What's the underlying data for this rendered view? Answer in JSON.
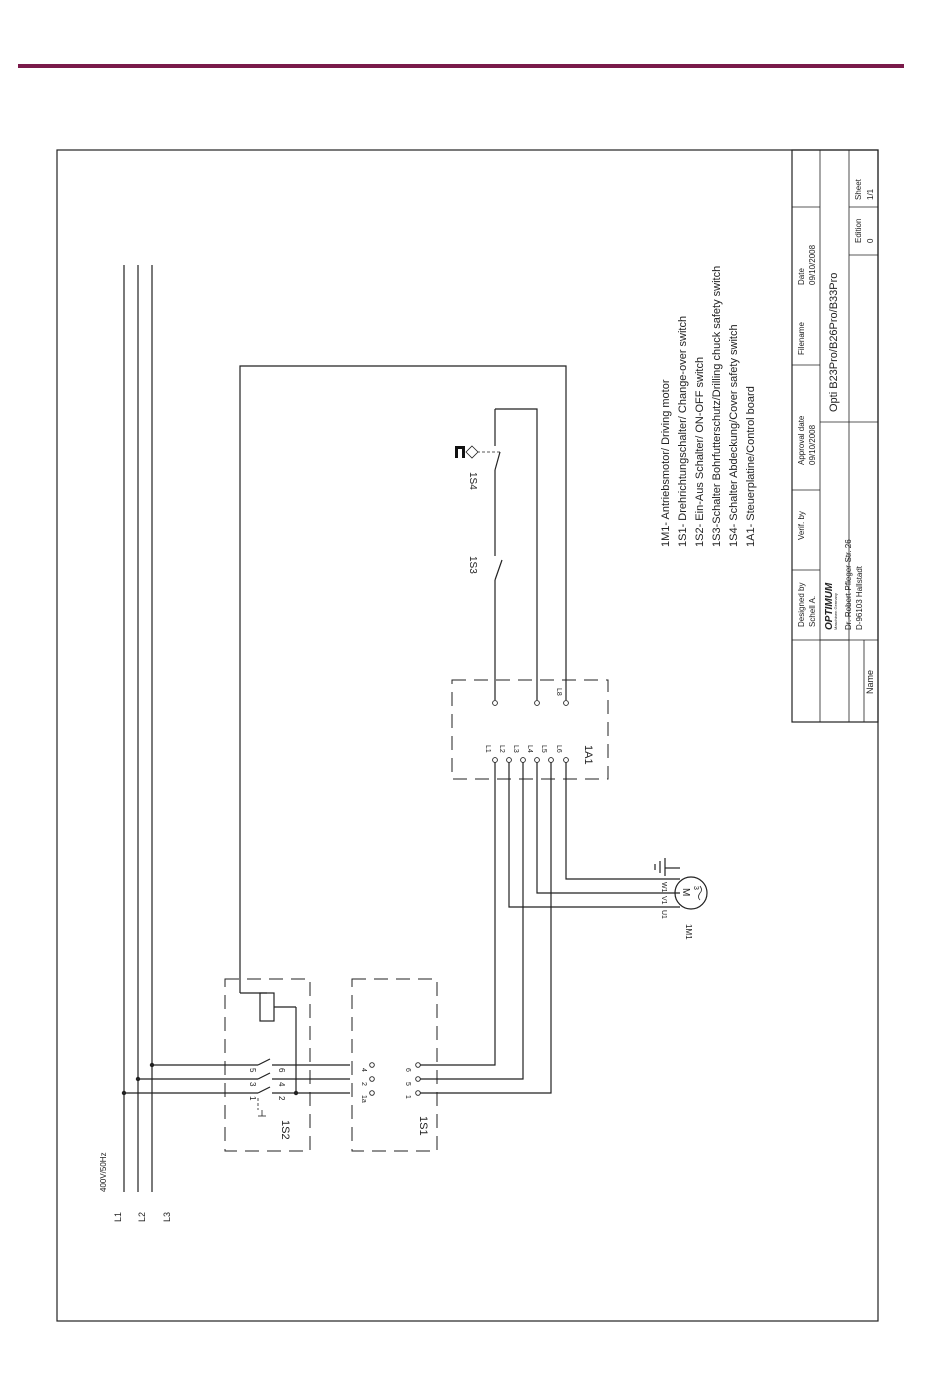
{
  "header": {
    "accent_color": "#7a1a4a"
  },
  "supply": {
    "voltage": "400V/50Hz",
    "lines": [
      "L1",
      "L2",
      "L3"
    ]
  },
  "components": {
    "switch_on_off": {
      "label": "1S2",
      "terminals": [
        "1",
        "2",
        "3",
        "4",
        "5",
        "6"
      ]
    },
    "switch_changeover": {
      "label": "1S1",
      "terminals": [
        "1",
        "2",
        "4",
        "5",
        "6",
        "1a"
      ]
    },
    "control_board": {
      "label": "1A1",
      "inputs": [
        "L1",
        "L2",
        "L3",
        "L4",
        "L5",
        "L6"
      ],
      "output": "L8"
    },
    "motor": {
      "label": "1M1",
      "symbol_m": "M",
      "symbol_3": "3",
      "terminals": [
        "U1",
        "V1",
        "W1"
      ]
    },
    "chuck_switch": {
      "label": "1S3"
    },
    "cover_switch": {
      "label": "1S4"
    }
  },
  "legend": [
    "1M1- Antriebsmotor/ Driving motor",
    "1S1- Drehrichtungschalter/ Change-over switch",
    "1S2- Ein-Aus Schalter/ ON-OFF switch",
    "1S3-Schalter Bohrfutterschutz/Drilling chuck safety switch",
    "1S4- Schalter Abdeckung/Cover safety switch",
    "1A1- Steuerplatine/Control board"
  ],
  "title_block": {
    "designed_by_label": "Designed by",
    "designed_by": "Schell A.",
    "verif_label": "Verif. by",
    "approval_label": "Approval date",
    "approval_date": "09/10/2008",
    "filename_label": "Filename",
    "date_label": "Date",
    "date": "09/10/2008",
    "title": "Opti B23Pro/B26Pro/B33Pro",
    "edition_label": "Edition",
    "edition": "0",
    "sheet_label": "Sheet",
    "sheet": "1/1",
    "company_logo": "OPTIMUM",
    "company_sub": "Maschinen Germany",
    "address1": "Dr.-Robert-Pfleger-Str. 26",
    "address2": "D-96103 Hallstadt",
    "name_label": "Name"
  }
}
